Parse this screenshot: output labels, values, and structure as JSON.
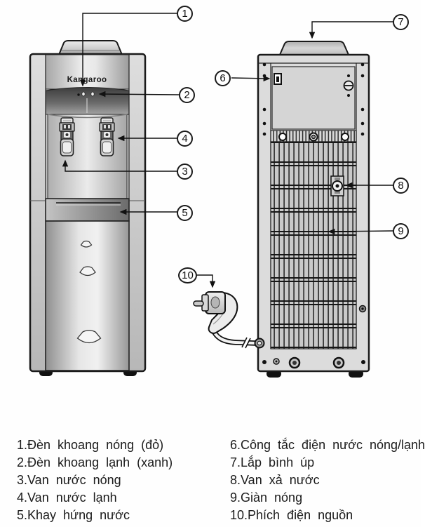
{
  "front_view": {
    "brand": "Kangaroo"
  },
  "callouts": [
    "1",
    "2",
    "3",
    "4",
    "5",
    "6",
    "7",
    "8",
    "9",
    "10"
  ],
  "legend": {
    "left": [
      "1.Đèn khoang nóng (đỏ)",
      "2.Đèn khoang lạnh (xanh)",
      "3.Van nước nóng",
      "4.Van nước lạnh",
      "5.Khay hứng nước"
    ],
    "right": [
      "6.Công tắc điện nước nóng/lạnh",
      "7.Lắp bình úp",
      "8.Van xả nước",
      "9.Giàn nóng",
      "10.Phích điện nguồn"
    ]
  },
  "colors": {
    "ink": "#1a1a1a",
    "paper": "#ffffff",
    "body_gray": "#d9d9d9"
  }
}
